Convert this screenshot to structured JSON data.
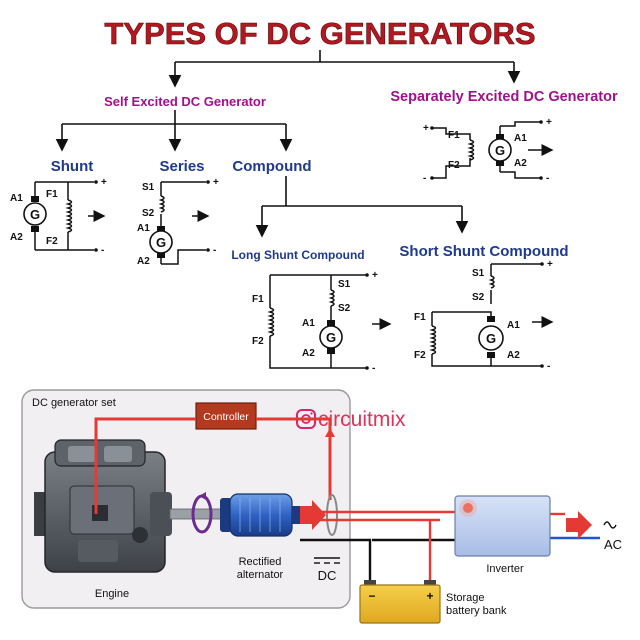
{
  "title": "TYPES OF DC GENERATORS",
  "branches": {
    "self_excited": "Self Excited DC Generator",
    "separately_excited": "Separately Excited DC Generator"
  },
  "self_types": {
    "shunt": "Shunt",
    "series": "Series",
    "compound": "Compound"
  },
  "compound_types": {
    "long": "Long Shunt Compound",
    "short": "Short Shunt Compound"
  },
  "symbols": {
    "generator": "G",
    "f1": "F1",
    "f2": "F2",
    "s1": "S1",
    "s2": "S2",
    "a1": "A1",
    "a2": "A2",
    "plus": "+",
    "minus": "-"
  },
  "bottom": {
    "set_label": "DC generator set",
    "controller": "Controller",
    "brand": "circuitmix",
    "engine": "Engine",
    "alternator_line1": "Rectified",
    "alternator_line2": "alternator",
    "dc": "DC",
    "inverter": "Inverter",
    "battery_line1": "Storage",
    "battery_line2": "battery bank",
    "ac": "AC",
    "battery_minus": "−",
    "battery_plus": "+"
  },
  "colors": {
    "title": "#b3171f",
    "branch": "#a0108a",
    "type": "#1f3a8a",
    "wire_red": "#e53935",
    "wire_black": "#111111",
    "wire_blue": "#2255cc"
  }
}
